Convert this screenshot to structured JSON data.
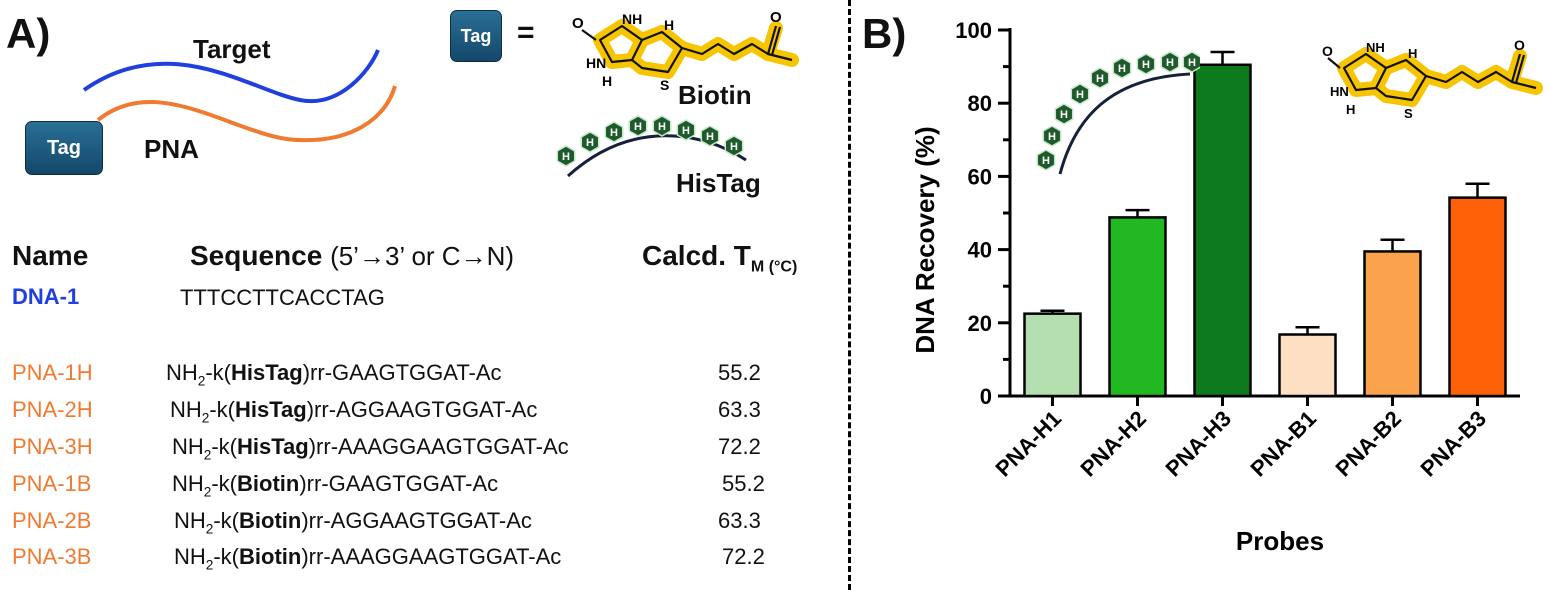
{
  "panel_a": {
    "letter": "A)",
    "target_label": "Target",
    "pna_label": "PNA",
    "tag_label": "Tag",
    "equals": "=",
    "biotin_label": "Biotin",
    "histag_label": "HisTag",
    "mol": {
      "o": "O",
      "nh": "NH",
      "hn": "HN",
      "h": "H",
      "s": "S",
      "his_h": "H"
    },
    "table": {
      "col_name": "Name",
      "col_seq": "Sequence",
      "col_seq_note": "(5’→3’ or C→N)",
      "col_tm": "Calcd. T",
      "col_tm_sub": "M (°C)",
      "dna": {
        "name": "DNA-1",
        "seq": "TTTCCTTCACCTAG"
      },
      "rows": [
        {
          "name": "PNA-1H",
          "pre": "NH",
          "sub": "2",
          "mid": "-k(",
          "tag": "HisTag",
          "post": ")rr-GAAGTGGAT-Ac",
          "tm": "55.2"
        },
        {
          "name": "PNA-2H",
          "pre": "NH",
          "sub": "2",
          "mid": "-k(",
          "tag": "HisTag",
          "post": ")rr-AGGAAGTGGAT-Ac",
          "tm": "63.3"
        },
        {
          "name": "PNA-3H",
          "pre": "NH",
          "sub": "2",
          "mid": "-k(",
          "tag": "HisTag",
          "post": ")rr-AAAGGAAGTGGAT-Ac",
          "tm": "72.2"
        },
        {
          "name": "PNA-1B",
          "pre": "NH",
          "sub": "2",
          "mid": "-k(",
          "tag": "Biotin",
          "post": ")rr-GAAGTGGAT-Ac",
          "tm": "55.2"
        },
        {
          "name": "PNA-2B",
          "pre": "NH",
          "sub": "2",
          "mid": "-k(",
          "tag": "Biotin",
          "post": ")rr-AGGAAGTGGAT-Ac",
          "tm": "63.3"
        },
        {
          "name": "PNA-3B",
          "pre": "NH",
          "sub": "2",
          "mid": "-k(",
          "tag": "Biotin",
          "post": ")rr-AAAGGAAGTGGAT-Ac",
          "tm": "72.2"
        }
      ]
    },
    "colors": {
      "target": "#1f3fe0",
      "pna": "#f07a30",
      "dna_name": "#1f3fe0",
      "pna_name": "#f07a30",
      "biotin_highlight": "#f7c400",
      "histag_hex": "#1e5a2c",
      "backbone": "#15213a"
    }
  },
  "panel_b": {
    "letter": "B)"
  },
  "chart_data": {
    "type": "bar",
    "categories": [
      "PNA-H1",
      "PNA-H2",
      "PNA-H3",
      "PNA-B1",
      "PNA-B2",
      "PNA-B3"
    ],
    "values": [
      22.5,
      48.8,
      90.5,
      16.8,
      39.5,
      54.2
    ],
    "errors": [
      0.8,
      2.0,
      3.5,
      2.0,
      3.2,
      3.8
    ],
    "colors": [
      "#b3dfb0",
      "#22b822",
      "#0e7a1e",
      "#fde0c4",
      "#fba24c",
      "#ff6108"
    ],
    "xlabel": "Probes",
    "ylabel": "DNA Recovery  (%)",
    "ylim": [
      0,
      100
    ],
    "yticks": [
      0,
      20,
      40,
      60,
      80,
      100
    ],
    "grid": false
  }
}
